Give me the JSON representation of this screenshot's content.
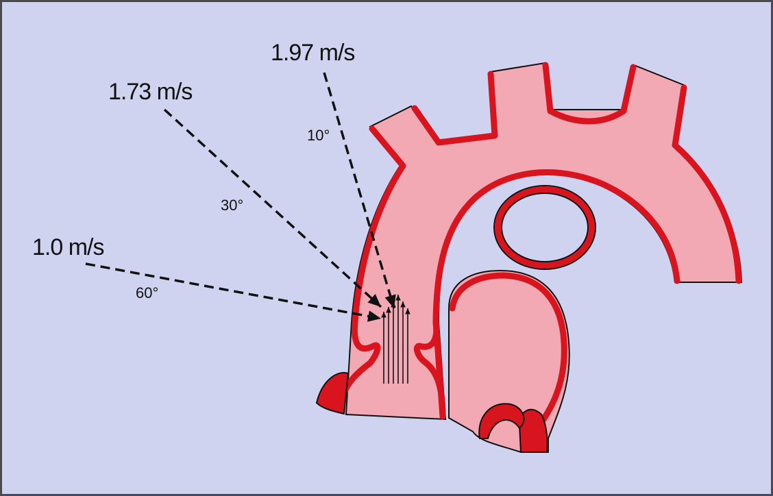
{
  "diagram": {
    "velocity_labels": [
      {
        "text": "1.97 m/s",
        "angle": "10°"
      },
      {
        "text": "1.73 m/s",
        "angle": "30°"
      },
      {
        "text": "1.0 m/s",
        "angle": "60°"
      }
    ],
    "colors": {
      "background": "#cfd3ef",
      "vessel_fill": "#f2a9b3",
      "vessel_wall": "#d8151e",
      "outline": "#111111",
      "frame": "#4a4a52"
    }
  }
}
